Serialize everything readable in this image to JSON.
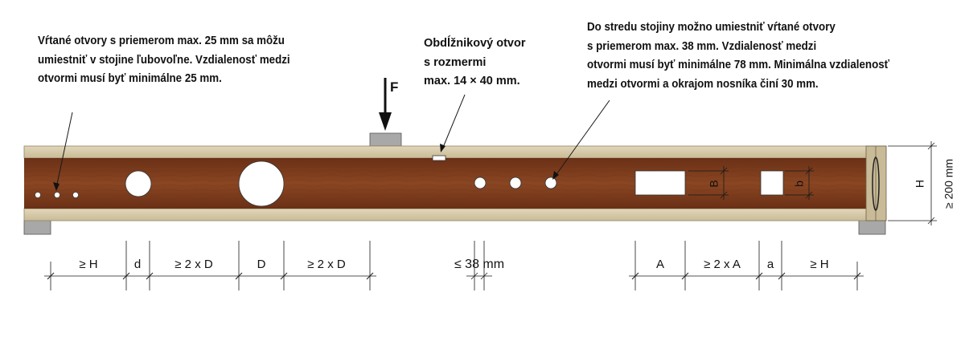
{
  "notes": {
    "left": [
      "Vŕtané otvory s priemerom max. 25 mm sa môžu",
      "umiestniť v stojine ľubovoľne. Vzdialenosť medzi",
      "otvormi musí byť minimálne 25 mm."
    ],
    "middle": [
      "Obdĺžnikový otvor",
      "s rozmermi",
      "max. 14 × 40 mm."
    ],
    "right": [
      "Do stredu stojiny možno umiestniť vŕtané otvory",
      "s priemerom max. 38 mm. Vzdialenosť medzi",
      "otvormi musí byť minimálne 78 mm. Minimálna vzdialenosť",
      "medzi otvormi a okrajom nosníka činí 30 mm."
    ]
  },
  "force_label": "F",
  "height_labels": {
    "h": "H",
    "min": "≥ 200 mm"
  },
  "rect_labels": {
    "large": "B",
    "small": "b"
  },
  "dimensions": {
    "left": [
      "≥ H",
      "d",
      "≥ 2 x D",
      "D",
      "≥ 2 x D"
    ],
    "middle": "≤ 38 mm",
    "right": [
      "A",
      "≥ 2 x A",
      "a",
      "≥ H"
    ]
  },
  "colors": {
    "web": "#7e3c1c",
    "web_dark": "#5e2a12",
    "flange": "#d6c9a8",
    "support": "#a8a8a8",
    "line": "#1a1a1a"
  }
}
